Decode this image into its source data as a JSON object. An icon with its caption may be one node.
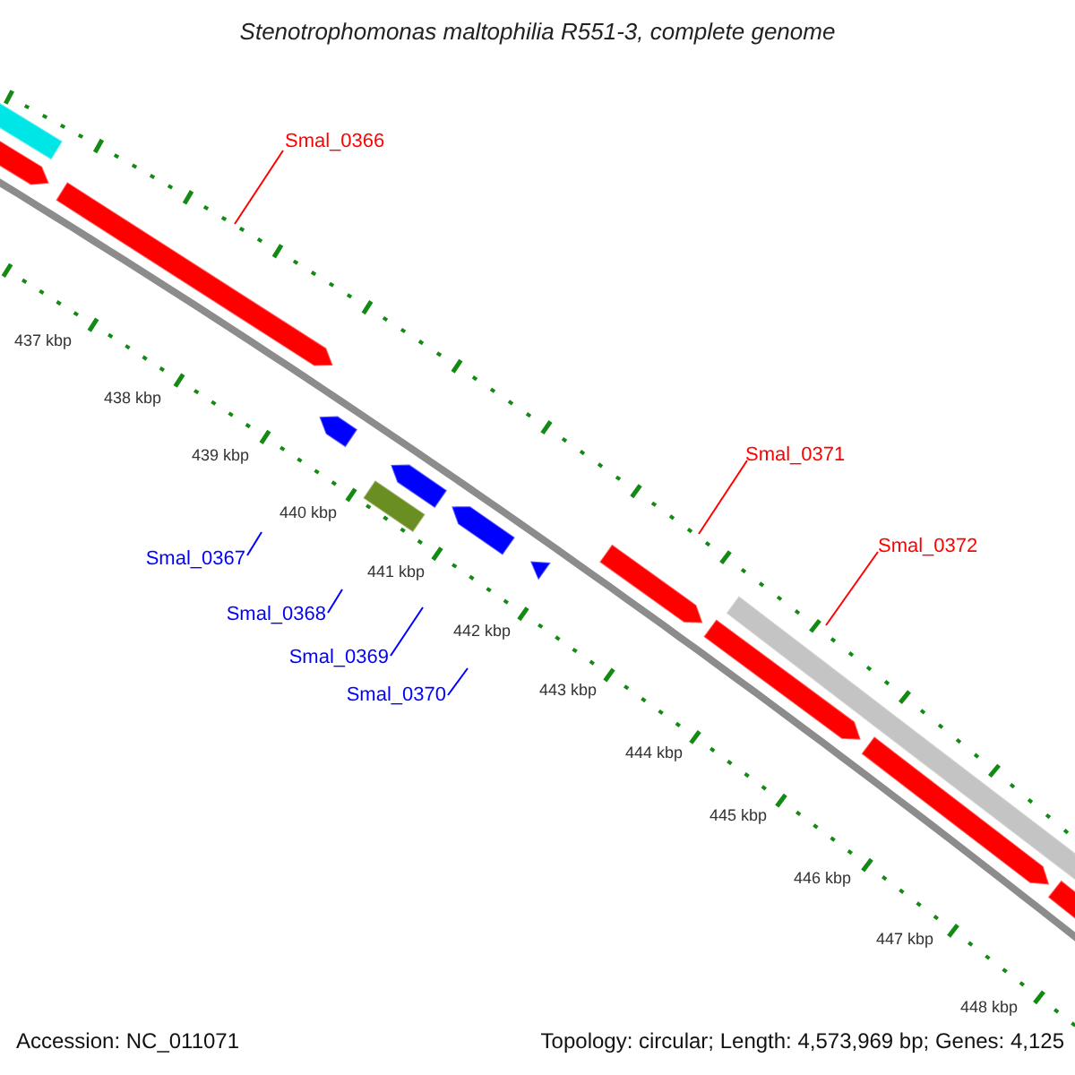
{
  "diagram": {
    "title": "Stenotrophomonas maltophilia R551-3, complete genome",
    "nodes": [
      {
        "text": [
          "Smal_0366"
        ]
      },
      {
        "text": [
          "Smal_0371"
        ]
      },
      {
        "text": [
          "Smal_0372"
        ]
      },
      {
        "text": [
          "Smal_0367"
        ]
      },
      {
        "text": [
          "Smal_0368"
        ]
      },
      {
        "text": [
          "Smal_0369"
        ]
      },
      {
        "text": [
          "Smal_0370"
        ]
      }
    ],
    "edges": [
      {
        "from": 0,
        "to": null,
        "arrow": "none",
        "color": "#ff0000"
      },
      {
        "from": 1,
        "to": null,
        "arrow": "none",
        "color": "#ff0000"
      },
      {
        "from": 2,
        "to": null,
        "arrow": "none",
        "color": "#ff0000"
      },
      {
        "from": 3,
        "to": null,
        "arrow": "none"
      },
      {
        "from": 4,
        "to": null,
        "arrow": "none"
      },
      {
        "from": 5,
        "to": null,
        "arrow": "none"
      },
      {
        "from": 6,
        "to": null,
        "arrow": "none"
      }
    ],
    "labels": [
      "437 kbp",
      "438 kbp",
      "439 kbp",
      "440 kbp",
      "441 kbp",
      "442 kbp",
      "443 kbp",
      "444 kbp",
      "445 kbp",
      "446 kbp",
      "447 kbp",
      "448 kbp",
      "Accession: NC_011071",
      "Topology: circular; Length: 4,573,969 bp; Genes: 4,125"
    ]
  }
}
